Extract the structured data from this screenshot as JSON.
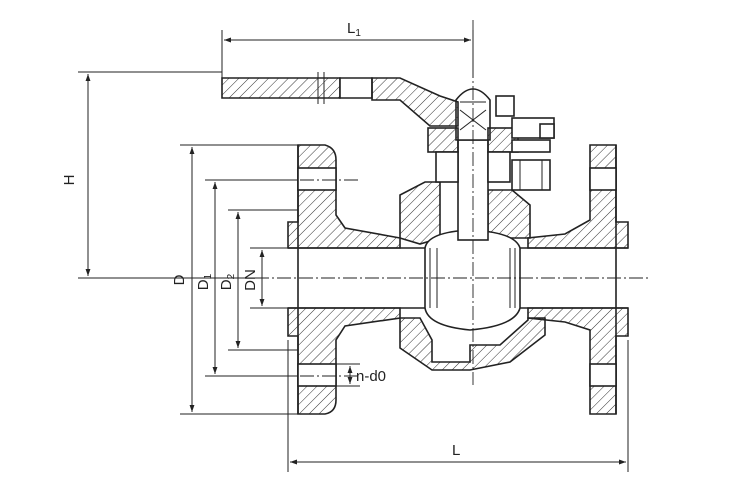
{
  "labels": {
    "L1": "L",
    "L1_sub": "1",
    "H": "H",
    "D": "D",
    "D1": "D",
    "D1_sub": "1",
    "D2": "D",
    "D2_sub": "2",
    "DN": "DN",
    "n_d0": "n-d0",
    "L": "L"
  }
}
